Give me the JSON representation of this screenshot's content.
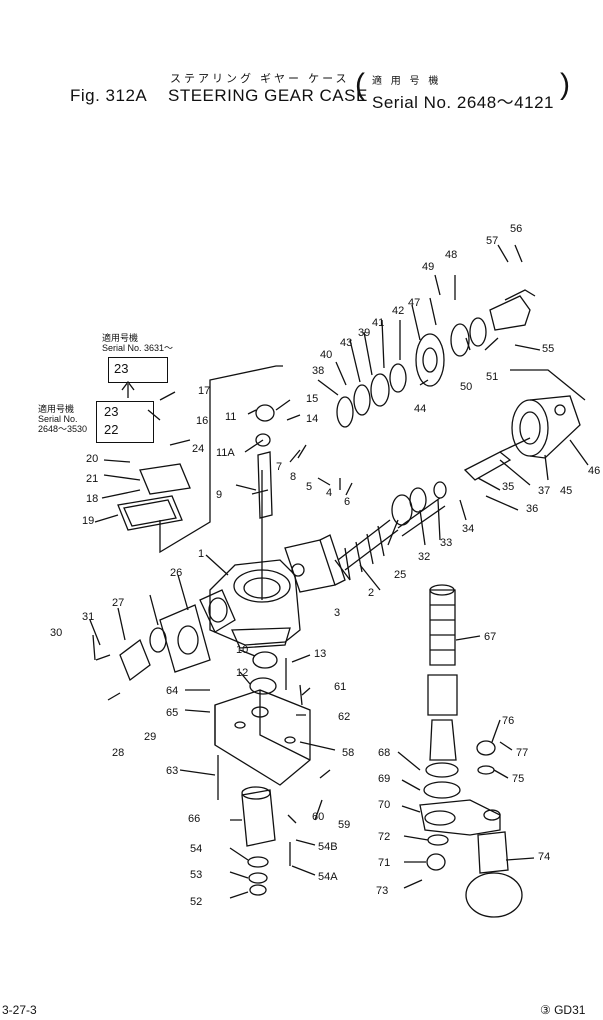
{
  "header": {
    "title_jp": "ステアリング ギヤー ケース",
    "serial_jp": "適 用 号 機",
    "title_prefix": "Fig. 312A",
    "title": "STEERING GEAR CASE",
    "serial": "Serial No. 2648～4121"
  },
  "notes": {
    "upper_jp": "適用号機",
    "upper_serial": "Serial No. 3631～",
    "lower_jp": "適用号機",
    "lower_label": "Serial No.",
    "lower_range": "2648～3530",
    "box_upper_part": "23",
    "box_lower_parts": [
      "23",
      "22"
    ]
  },
  "callouts": [
    "1",
    "2",
    "3",
    "4",
    "5",
    "6",
    "7",
    "8",
    "9",
    "10",
    "11",
    "11A",
    "12",
    "13",
    "14",
    "15",
    "16",
    "17",
    "18",
    "19",
    "20",
    "21",
    "24",
    "25",
    "26",
    "27",
    "28",
    "29",
    "30",
    "31",
    "32",
    "33",
    "34",
    "35",
    "36",
    "37",
    "38",
    "39",
    "40",
    "41",
    "42",
    "43",
    "44",
    "45",
    "46",
    "47",
    "48",
    "49",
    "50",
    "51",
    "52",
    "53",
    "54",
    "54A",
    "54B",
    "55",
    "56",
    "57",
    "58",
    "59",
    "60",
    "61",
    "62",
    "63",
    "64",
    "65",
    "66",
    "67",
    "68",
    "69",
    "70",
    "71",
    "72",
    "73",
    "74",
    "75",
    "76",
    "77"
  ],
  "footer": {
    "page": "3-27-3",
    "code": "③ GD31"
  }
}
